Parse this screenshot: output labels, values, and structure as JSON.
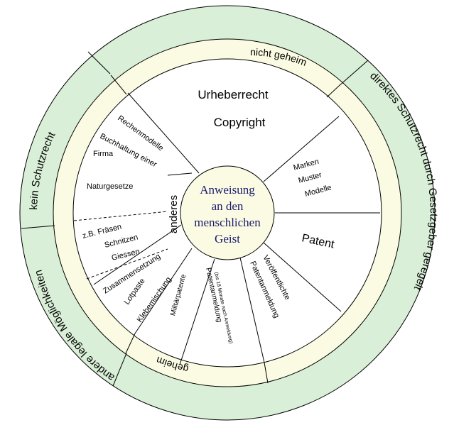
{
  "colors": {
    "outer_ring": "#d9efd7",
    "middle_ring": "#fbfbe3",
    "inner": "#ffffff",
    "center": "#fbfbe3",
    "center_text": "#1a1a6e",
    "stroke": "#000000"
  },
  "center": {
    "line1": "Anweisung",
    "line2": "an den",
    "line3": "menschlichen",
    "line4": "Geist"
  },
  "outer_ring": {
    "kein": "kein Schutzrecht",
    "direkt": "direktes Schutzrecht durch Gesetzgeber geregelt",
    "andere": "andere legale Möglichkeiten"
  },
  "middle_ring": {
    "nicht_geheim": "nicht geheim",
    "geheim": "geheim"
  },
  "sectors": {
    "urheber": "Urheberrecht",
    "copyright": "Copyright",
    "marken": "Marken",
    "muster": "Muster",
    "modelle": "Modelle",
    "patent": "Patent",
    "veroeff1": "Veröffentlichte",
    "veroeff2": "Patentanmeldung",
    "patentanmeldung": "Patentanmeldung",
    "patentanmeldung_note": "(bis 18 Monate nach Anmeldung)",
    "militaer": "Militärpatente",
    "kleber": "Klebemischung",
    "lotpaste": "Lotpaste",
    "zusammen": "Zusammensetzung",
    "fraesen": "z.B. Fräsen",
    "schnitzen": "Schnitzen",
    "giessen": "Giessen",
    "rechen": "Rechenmodelle",
    "buchhaltung": "Buchhaltung einer",
    "firma": "Firma",
    "natur": "Naturgesetze",
    "anderes": "anderes"
  }
}
